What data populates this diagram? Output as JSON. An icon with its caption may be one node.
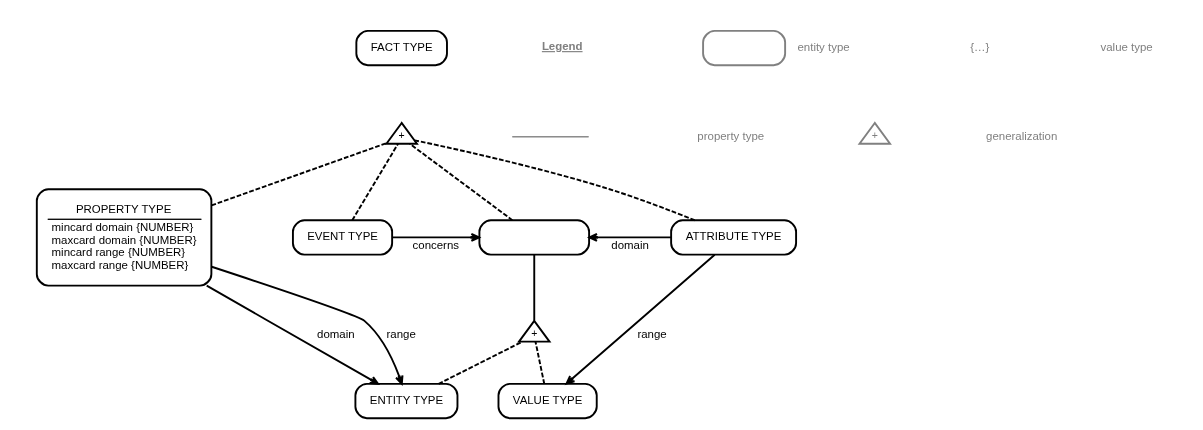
{
  "diagram": {
    "nodes": [
      {
        "text": [
          "FACT TYPE"
        ]
      },
      {
        "text": [
          "+"
        ]
      },
      {
        "text": [
          "PROPERTY TYPE",
          "mincard domain {NUMBER}",
          "maxcard domain {NUMBER}",
          "mincard range {NUMBER}",
          "maxcard range {NUMBER}"
        ]
      },
      {
        "text": [
          "EVENT TYPE"
        ]
      },
      {
        "text": [],
        "shape": "box"
      },
      {
        "text": [
          "ATTRIBUTE TYPE"
        ]
      },
      {
        "text": [
          "+"
        ]
      },
      {
        "text": [
          "ENTITY TYPE"
        ]
      },
      {
        "text": [
          "VALUE TYPE"
        ]
      }
    ],
    "edges": [
      {
        "from": 2,
        "to": 1,
        "arrow": "none",
        "style": "dashed"
      },
      {
        "from": 3,
        "to": 1,
        "arrow": "none",
        "style": "dashed"
      },
      {
        "from": 4,
        "to": 1,
        "arrow": "none",
        "style": "dashed"
      },
      {
        "from": 5,
        "to": 1,
        "arrow": "none",
        "style": "dashed"
      },
      {
        "from": 3,
        "to": 4,
        "arrow": "to",
        "label": "concerns"
      },
      {
        "from": 5,
        "to": 4,
        "arrow": "to",
        "label": "domain"
      },
      {
        "from": 6,
        "to": 4,
        "arrow": "none"
      },
      {
        "from": 7,
        "to": 6,
        "arrow": "none",
        "style": "dashed"
      },
      {
        "from": 8,
        "to": 6,
        "arrow": "none",
        "style": "dashed"
      },
      {
        "from": 2,
        "to": 7,
        "arrow": "to",
        "label": "domain"
      },
      {
        "from": 2,
        "to": 7,
        "arrow": "to",
        "label": "range"
      },
      {
        "from": 5,
        "to": 8,
        "arrow": "to",
        "label": "range"
      }
    ],
    "labels": [
      "Legend",
      "{…}",
      "+"
    ],
    "legend": [
      {
        "text": "entity type"
      },
      {
        "text": "property type"
      },
      {
        "text": "value type"
      },
      {
        "text": "generalization"
      }
    ]
  }
}
